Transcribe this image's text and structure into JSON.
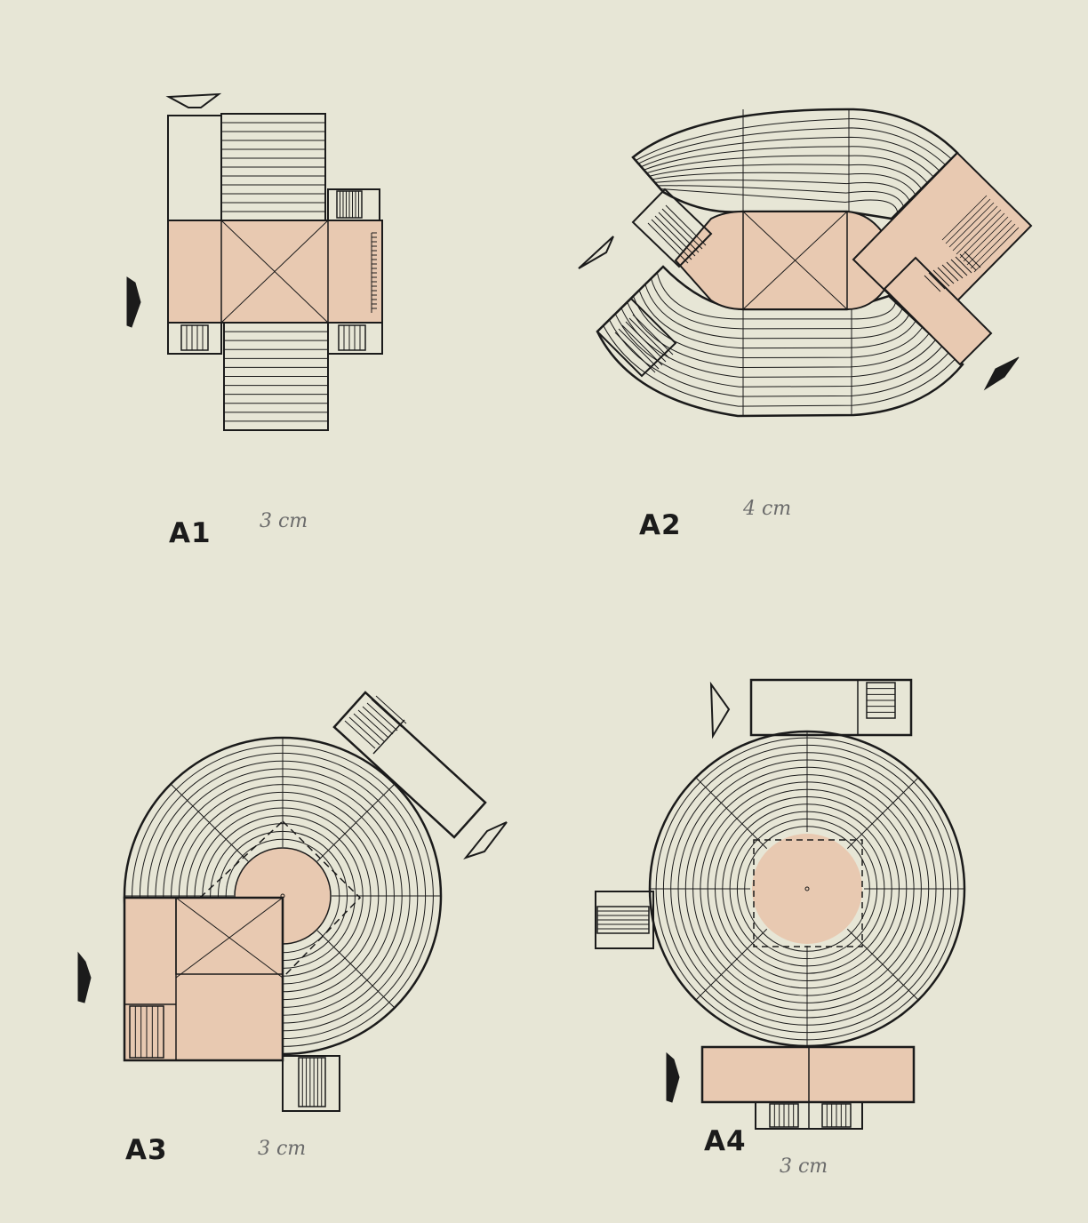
{
  "plans": [
    {
      "id": "a1",
      "label": "A1",
      "note": "3 cm"
    },
    {
      "id": "a2",
      "label": "A2",
      "note": "4 cm"
    },
    {
      "id": "a3",
      "label": "A3",
      "note": "3 cm"
    },
    {
      "id": "a4",
      "label": "A4",
      "note": "3 cm"
    }
  ],
  "colors": {
    "paper": "#e7e6d6",
    "ink": "#1b1b1b",
    "fill": "#e8c9b1",
    "note": "#6b6b6b"
  }
}
